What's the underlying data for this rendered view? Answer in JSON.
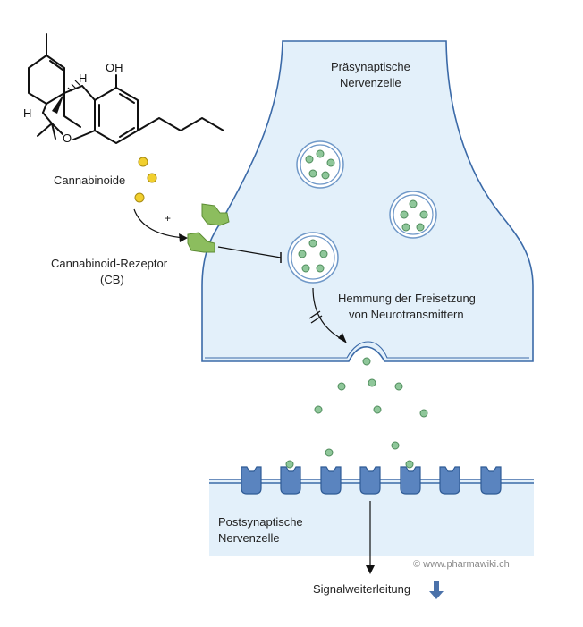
{
  "labels": {
    "presynaptic_line1": "Präsynaptische",
    "presynaptic_line2": "Nervenzelle",
    "cannabinoids": "Cannabinoide",
    "plus_sign": "+",
    "receptor_line1": "Cannabinoid-Rezeptor",
    "receptor_line2": "(CB)",
    "inhibition_line1": "Hemmung der Freisetzung",
    "inhibition_line2": "von Neurotransmittern",
    "postsynaptic_line1": "Postsynaptische",
    "postsynaptic_line2": "Nervenzelle",
    "signal": "Signalweiterleitung",
    "credit": "© www.pharmawiki.ch"
  },
  "molecule": {
    "oh_label": "OH",
    "o_label": "O",
    "h_upper": "H",
    "h_lower": "H"
  },
  "colors": {
    "cell_fill": "#e3f0fa",
    "cell_stroke": "#3b6aa8",
    "vesicle_stroke": "#6f98c8",
    "neurotransmitter": "#8fc79a",
    "cannabinoid": "#f1cf2e",
    "receptor": "#8cbd5e",
    "post_receptor": "#5a84bf",
    "signal_arrow": "#4b72aa"
  }
}
